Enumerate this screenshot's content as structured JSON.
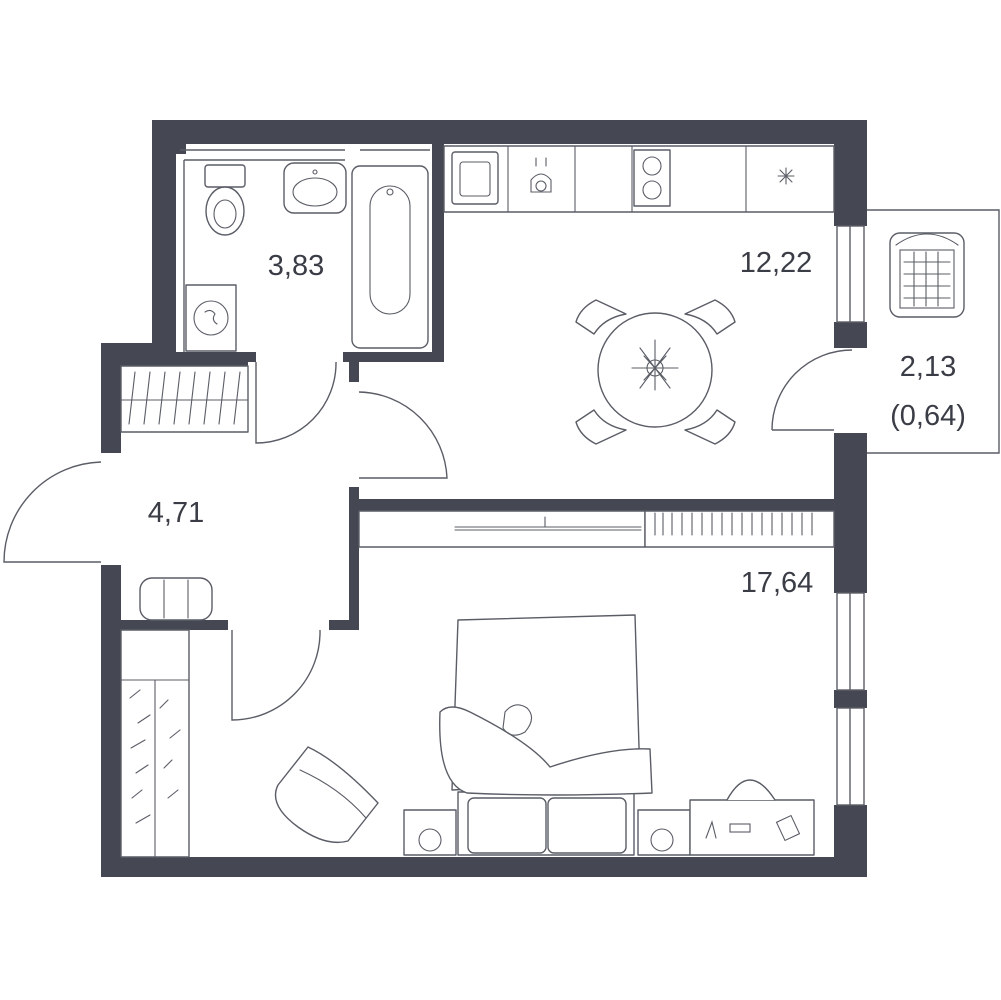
{
  "colors": {
    "wall": "#454852",
    "line": "#5a5d66",
    "text": "#3a3d46"
  },
  "rooms": {
    "bathroom": {
      "area": "3,83"
    },
    "kitchen": {
      "area": "12,22"
    },
    "hall": {
      "area": "4,71"
    },
    "living": {
      "area": "17,64"
    },
    "balcony": {
      "area": "2,13",
      "reduced_area": "(0,64)"
    }
  }
}
